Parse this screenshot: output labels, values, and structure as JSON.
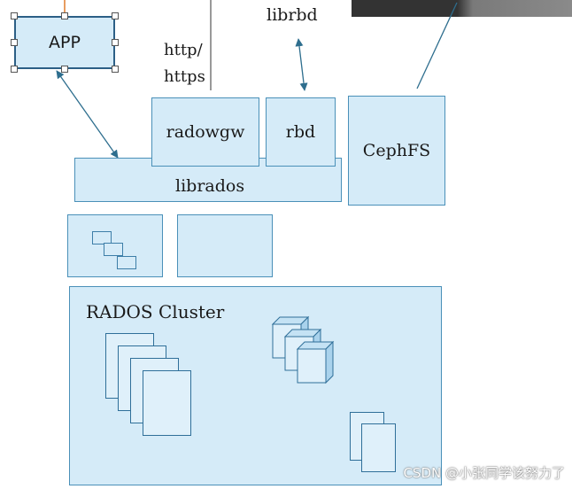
{
  "app": {
    "label": "APP"
  },
  "protocol": {
    "line1": "http/",
    "line2": "https"
  },
  "librbd": {
    "label": "librbd"
  },
  "radosgw": {
    "label": "radowgw"
  },
  "rbd": {
    "label": "rbd"
  },
  "cephfs": {
    "label": "CephFS"
  },
  "librados": {
    "label": "librados"
  },
  "cluster": {
    "title": "RADOS Cluster"
  },
  "watermark": {
    "text": "CSDN @小张同学该努力了"
  },
  "colors": {
    "box_fill": "#d5ebf8",
    "box_border": "#4a90b8",
    "line": "#2e6e8e",
    "top_bar": "#3a3a3a"
  }
}
